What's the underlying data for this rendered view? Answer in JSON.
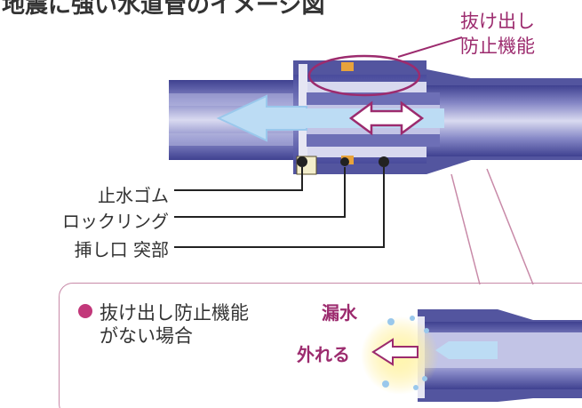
{
  "diagram": {
    "title": "地震に強い水道管のイメージ図",
    "callout": {
      "line1": "抜け出し",
      "line2": "防止機能"
    },
    "labels": [
      "止水ゴム",
      "ロックリング",
      "挿し口 突部"
    ],
    "inset": {
      "note_line1": "抜け出し防止機能",
      "note_line2": "がない場合",
      "leak_label": "漏水",
      "detach_label": "外れる"
    },
    "colors": {
      "pipe": "#5b5da6",
      "pipe_light": "#c9cbe8",
      "flow_arrow": "#a9d2f0",
      "accent": "#9c2b6e",
      "bullet": "#c2387a",
      "ring": "#e8a33b",
      "panel_border": "#c88aa8"
    }
  }
}
